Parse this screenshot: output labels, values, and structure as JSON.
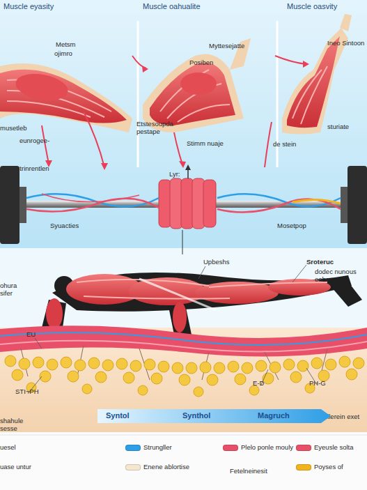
{
  "diagram": {
    "nodes": [
      {
        "text": [
          "Syntol",
          "Synthol",
          "Magruch"
        ]
      }
    ],
    "labels": [
      "Muscle eyasity",
      "Muscle oahualite",
      "Muscle oasvity",
      "Metsm",
      "ojimro",
      "musetleb",
      "eunrogee-",
      "Strinrentlen",
      "Syuacties",
      "Myttesejatte",
      "Posiben",
      "Etstesoupda pestape",
      "Stimm nuaje",
      "Lyr:",
      "Ineo Sintoon",
      "sturiate",
      "de stein",
      "Mosetpop",
      "Upbeshs",
      "Sroteruc",
      "dodec nunous eehe",
      "ohura sifer",
      "EU",
      "STI~PH",
      "E-D",
      "PH-G",
      "shahule sesse",
      "Rullerein exet",
      "Fetelneinesit"
    ],
    "legend": [
      {
        "text": "uesel"
      },
      {
        "text": "uase untur"
      },
      {
        "text": "Strungller",
        "color": "#2e9ee6"
      },
      {
        "text": "Enene ablortise",
        "color": "#f4e6cf"
      },
      {
        "text": "Plelo ponle mouly",
        "color": "#e8506a"
      },
      {
        "text": "Eyeusle solta",
        "color": "#e8506a"
      },
      {
        "text": "Poyses of",
        "color": "#f2b31c"
      }
    ]
  }
}
